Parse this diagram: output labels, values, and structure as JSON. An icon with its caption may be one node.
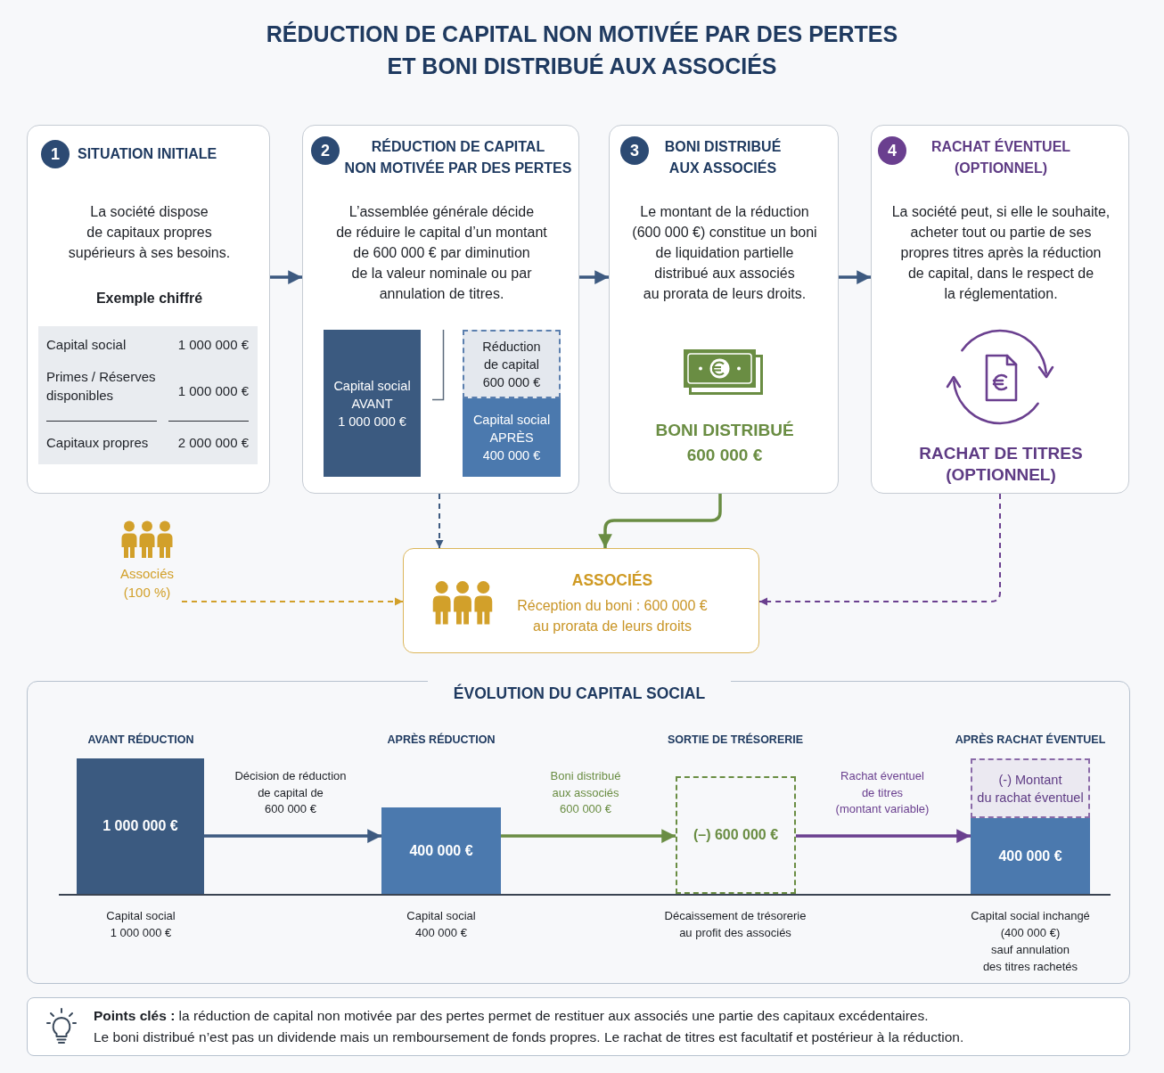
{
  "diagram": {
    "title": "RÉDUCTION DE CAPITAL NON MOTIVÉE PAR DES PERTES ET BONI DISTRIBUÉ AUX ASSOCIÉS",
    "nodes": [
      {
        "text": [
          "1",
          "SITUATION INITIALE",
          "La société dispose de capitaux propres supérieurs à ses besoins.",
          "Exemple chiffré"
        ]
      },
      {
        "text": [
          "Capital social",
          "1 000 000 €",
          "Primes / Réserves disponibles",
          "1 000 000 €",
          "Capitaux propres",
          "2 000 000 €"
        ],
        "in": 0
      },
      {
        "text": [
          "2",
          "RÉDUCTION DE CAPITAL NON MOTIVÉE PAR DES PERTES",
          "L’assemblée générale décide de réduire le capital d’un montant de 600 000 € par diminution de la valeur nominale ou par annulation de titres."
        ]
      },
      {
        "text": [
          "Capital social AVANT 1 000 000 €"
        ],
        "in": 2
      },
      {
        "text": [
          "Réduction de capital 600 000 €"
        ],
        "in": 2
      },
      {
        "text": [
          "Capital social APRÈS 400 000 €"
        ],
        "in": 2
      },
      {
        "text": [
          "3",
          "BONI DISTRIBUÉ AUX ASSOCIÉS",
          "Le montant de la réduction (600 000 €) constitue un boni de liquidation partielle distribué aux associés au prorata de leurs droits.",
          "BONI DISTRIBUÉ 600 000 €"
        ]
      },
      {
        "text": [
          "4",
          "RACHAT ÉVENTUEL (OPTIONNEL)",
          "La société peut, si elle le souhaite, acheter tout ou partie de ses propres titres après la réduction de capital, dans le respect de la réglementation.",
          "RACHAT DE TITRES (OPTIONNEL)"
        ]
      },
      {
        "text": [
          "Associés (100 %)"
        ]
      },
      {
        "text": [
          "ASSOCIÉS",
          "Réception du boni : 600 000 € au prorata de leurs droits"
        ]
      },
      {
        "text": [
          "ÉVOLUTION DU CAPITAL SOCIAL"
        ]
      },
      {
        "text": [
          "1 000 000 €"
        ],
        "in": 10,
        "beside": [
          "Capital social 1 000 000 €"
        ]
      },
      {
        "text": [
          "400 000 €"
        ],
        "in": 10,
        "beside": [
          "Capital social 400 000 €"
        ]
      },
      {
        "text": [
          "(–) 600 000 €"
        ],
        "in": 10,
        "beside": [
          "Décaissement de trésorerie au profit des associés"
        ]
      },
      {
        "text": [
          "(-) Montant du rachat éventuel"
        ],
        "in": 10
      },
      {
        "text": [
          "400 000 €"
        ],
        "in": 10,
        "beside": [
          "Capital social inchangé (400 000 €) sauf annulation des titres rachetés"
        ]
      },
      {
        "text": [
          "**Points clés :** la réduction de capital non motivée par des pertes permet de restituer aux associés une partie des capitaux excédentaires.",
          "Le boni distribué n’est pas un dividende mais un remboursement de fonds propres. Le rachat de titres est facultatif et postérieur à la réduction."
        ]
      }
    ],
    "edges": [
      {
        "from": 0,
        "to": 2,
        "arrow": "to"
      },
      {
        "from": 2,
        "to": 6,
        "arrow": "to"
      },
      {
        "from": 6,
        "to": 7,
        "arrow": "to"
      },
      {
        "from": 2,
        "to": 9,
        "arrow": "to",
        "style": "dashed"
      },
      {
        "from": 6,
        "to": 9,
        "arrow": "to",
        "color": "#6a8d43"
      },
      {
        "from": 7,
        "to": 9,
        "arrow": "to",
        "style": "dashed",
        "color": "#6a3f8f"
      },
      {
        "from": 8,
        "to": 9,
        "arrow": "to",
        "style": "dashed",
        "color": "#d2a02a"
      },
      {
        "from": 11,
        "to": 12,
        "arrow": "to",
        "label": "Décision de réduction de capital de 600 000 €"
      },
      {
        "from": 12,
        "to": 13,
        "arrow": "to",
        "label": "Boni distribué aux associés 600 000 €",
        "color": "#6a8d43"
      },
      {
        "from": 13,
        "to": 15,
        "arrow": "to",
        "label": "Rachat éventuel de titres (montant variable)",
        "color": "#6a3f8f"
      }
    ],
    "labels": [
      "AVANT RÉDUCTION",
      "APRÈS RÉDUCTION",
      "SORTIE DE TRÉSORERIE",
      "APRÈS RACHAT ÉVENTUEL"
    ]
  }
}
